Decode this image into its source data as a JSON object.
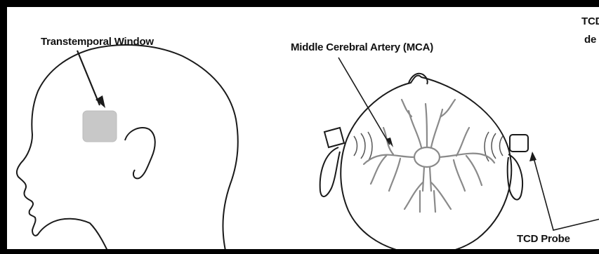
{
  "labels": {
    "transtemporal_window": "Transtemporal Window",
    "middle_cerebral_artery": "Middle Cerebral Artery (MCA)",
    "tcd_probe": "TCD Probe",
    "tcd_cut": "TCD",
    "de_cut": "de"
  },
  "colors": {
    "window_patch": "#c8c8c8",
    "vessels": "#8a8a8a",
    "outline": "#1a1a1a",
    "border": "#000000"
  }
}
